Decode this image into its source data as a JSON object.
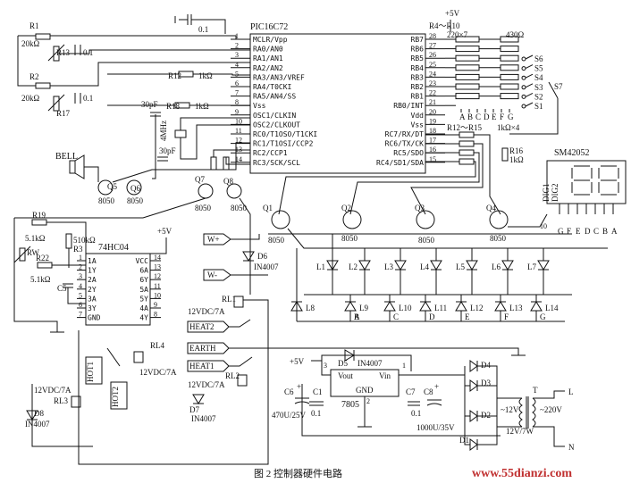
{
  "caption": "图 2   控制器硬件电路",
  "watermark": "www.55dianzi.com",
  "mcu": {
    "name": "PIC16C72",
    "left_pins": [
      {
        "n": "1",
        "name": "MCLR/Vpp"
      },
      {
        "n": "2",
        "name": "RA0/AN0"
      },
      {
        "n": "3",
        "name": "RA1/AN1"
      },
      {
        "n": "4",
        "name": "RA2/AN2"
      },
      {
        "n": "5",
        "name": "RA3/AN3/VREF"
      },
      {
        "n": "6",
        "name": "RA4/T0CKI"
      },
      {
        "n": "7",
        "name": "RA5/AN4/SS"
      },
      {
        "n": "8",
        "name": "Vss"
      },
      {
        "n": "9",
        "name": "OSC1/CLKIN"
      },
      {
        "n": "10",
        "name": "OSC2/CLKOUT"
      },
      {
        "n": "11",
        "name": "RC0/T1OSO/T1CKI"
      },
      {
        "n": "12",
        "name": "RC1/T1OSI/CCP2"
      },
      {
        "n": "13",
        "name": "RC2/CCP1"
      },
      {
        "n": "14",
        "name": "RC3/SCK/SCL"
      }
    ],
    "right_pins": [
      {
        "n": "28",
        "name": "RB7"
      },
      {
        "n": "27",
        "name": "RB6"
      },
      {
        "n": "26",
        "name": "RB5"
      },
      {
        "n": "25",
        "name": "RB4"
      },
      {
        "n": "24",
        "name": "RB3"
      },
      {
        "n": "23",
        "name": "RB2"
      },
      {
        "n": "22",
        "name": "RB1"
      },
      {
        "n": "21",
        "name": "RB0/INT"
      },
      {
        "n": "20",
        "name": "Vdd"
      },
      {
        "n": "19",
        "name": "Vss"
      },
      {
        "n": "18",
        "name": "RC7/RX/DT"
      },
      {
        "n": "17",
        "name": "RC6/TX/CK"
      },
      {
        "n": "16",
        "name": "RC5/SDO"
      },
      {
        "n": "15",
        "name": "RC4/SD1/SDA"
      }
    ]
  },
  "components": {
    "r1": "R1",
    "r1_val": "20kΩ",
    "r13": "R13",
    "r2": "R2",
    "r2_val": "20kΩ",
    "r17": "R17",
    "cap_top": "0.1",
    "c_01a": "0.1",
    "c_01b": "0.1",
    "r12": "R12",
    "r12_val": "1kΩ",
    "r18": "R18",
    "r18_val": "1kΩ",
    "c30a": "30pF",
    "c30b": "30pF",
    "xtal": "4MHz",
    "plus5v_top": "+5V",
    "r4_r10": "R4～R10",
    "r220": "220×7",
    "r430": "430Ω",
    "sw": [
      "S6",
      "S5",
      "S4",
      "S3",
      "S2",
      "S1"
    ],
    "s7": "S7",
    "seg_letters": [
      "A",
      "B",
      "C",
      "D",
      "E",
      "F",
      "G"
    ],
    "r12_15": "R12～R15",
    "r12_15_val": "1kΩ×4",
    "r16": "R16",
    "r16_val": "1kΩ",
    "display": "SM42052",
    "dig1": "DIG1",
    "dig2": "DIG2",
    "disp_pins": [
      "G",
      "F",
      "E",
      "D",
      "C",
      "B",
      "A"
    ],
    "disp_pin10": "10",
    "bell": "BELL",
    "q5": "Q5",
    "q6": "Q6",
    "q7": "Q7",
    "q8": "Q8",
    "t8050": "8050",
    "q1": "Q1",
    "q2": "Q2",
    "q3": "Q3",
    "q4": "Q4",
    "hex_ic": "74HC04",
    "plus5v_hex": "+5V",
    "r19": "R19",
    "r19_val": "5.1kΩ",
    "rw": "RW",
    "r22": "R22",
    "r22_val": "5.1kΩ",
    "r3": "R3",
    "r3_val": "510kΩ",
    "c5": "C5",
    "hex_left_pins": [
      {
        "n": "1",
        "name": "1A"
      },
      {
        "n": "2",
        "name": "1Y"
      },
      {
        "n": "3",
        "name": "2A"
      },
      {
        "n": "4",
        "name": "2Y"
      },
      {
        "n": "5",
        "name": "3A"
      },
      {
        "n": "6",
        "name": "3Y"
      },
      {
        "n": "7",
        "name": "GND"
      }
    ],
    "hex_right_pins": [
      {
        "n": "14",
        "name": "VCC"
      },
      {
        "n": "13",
        "name": "6A"
      },
      {
        "n": "12",
        "name": "6Y"
      },
      {
        "n": "11",
        "name": "5A"
      },
      {
        "n": "10",
        "name": "5Y"
      },
      {
        "n": "9",
        "name": "4A"
      },
      {
        "n": "8",
        "name": "4Y"
      }
    ],
    "w_plus": "W+",
    "w_minus": "W-",
    "d6": "D6",
    "d6_val": "IN4007",
    "leds_top": [
      "L1",
      "L2",
      "L3",
      "L4",
      "L5",
      "L6",
      "L7"
    ],
    "leds_bottom": [
      "L8",
      "L9",
      "L10",
      "L11",
      "L12",
      "L13",
      "L14"
    ],
    "led_nodes": [
      "A",
      "B",
      "C",
      "D",
      "E",
      "F",
      "G"
    ],
    "rl1": "RL1",
    "rl1_val": "12VDC/7A",
    "heat2": "HEAT2",
    "earth": "EARTH",
    "heat1": "HEAT1",
    "rl2": "RL2",
    "rl2_val": "12VDC/7A",
    "d7": "D7",
    "d7_val": "IN4007",
    "rl4": "RL4",
    "rl4_val": "12VDC/7A",
    "hot1": "HOT1",
    "hot2": "HOT2",
    "rl3_val": "12VDC/7A",
    "rl3": "RL3",
    "d8": "D8",
    "d8_val": "IN4007",
    "plus5v_ps": "+5V",
    "d5": "D5",
    "d5_val": "IN4007",
    "vout": "Vout",
    "vin": "Vin",
    "gnd": "GND",
    "reg": "7805",
    "reg_pin3": "3",
    "reg_pin1": "1",
    "reg_pin2": "2",
    "c6": "C6",
    "c6_plus": "+",
    "c1": "C1",
    "c1_val": "0.1",
    "c6_val": "470U/25V",
    "c7": "C7",
    "c7_val": "0.1",
    "c8": "C8",
    "c8_plus": "+",
    "c8_val": "1000U/35V",
    "d1": "D1",
    "d2": "D2",
    "d3": "D3",
    "d4": "D4",
    "t": "T",
    "t_sec": "~12V",
    "t_pri": "~220V",
    "t_val": "12V/7W",
    "l": "L",
    "n": "N"
  }
}
